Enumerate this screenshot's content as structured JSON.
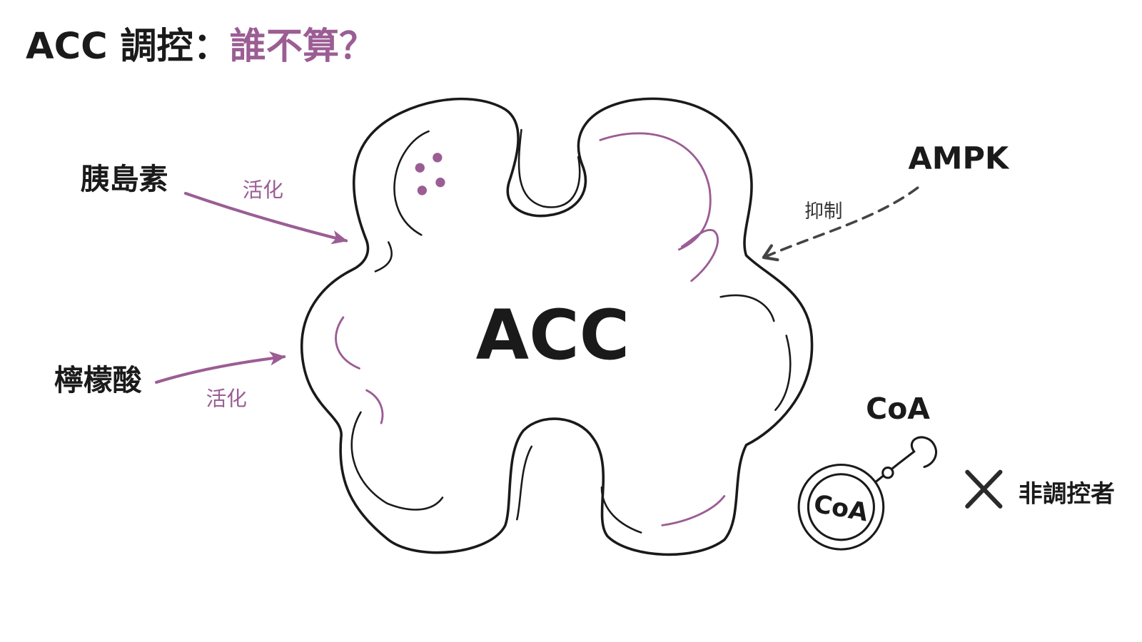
{
  "title": {
    "main": "ACC 調控：",
    "highlight": "誰不算？"
  },
  "center": {
    "label": "ACC"
  },
  "regulators": [
    {
      "name": "胰島素",
      "effect": "活化"
    },
    {
      "name": "檸檬酸",
      "effect": "活化"
    },
    {
      "name": "AMPK",
      "effect": "抑制"
    }
  ],
  "non_regulator": {
    "name": "CoA",
    "coin_label": "CoA",
    "verdict": "非調控者",
    "verdict_icon": "x-mark-icon",
    "coin_icon": "coin-with-hook-icon"
  },
  "colors": {
    "accent": "#9b5d94",
    "ink": "#1a1a1a",
    "inhibit": "#444444"
  }
}
